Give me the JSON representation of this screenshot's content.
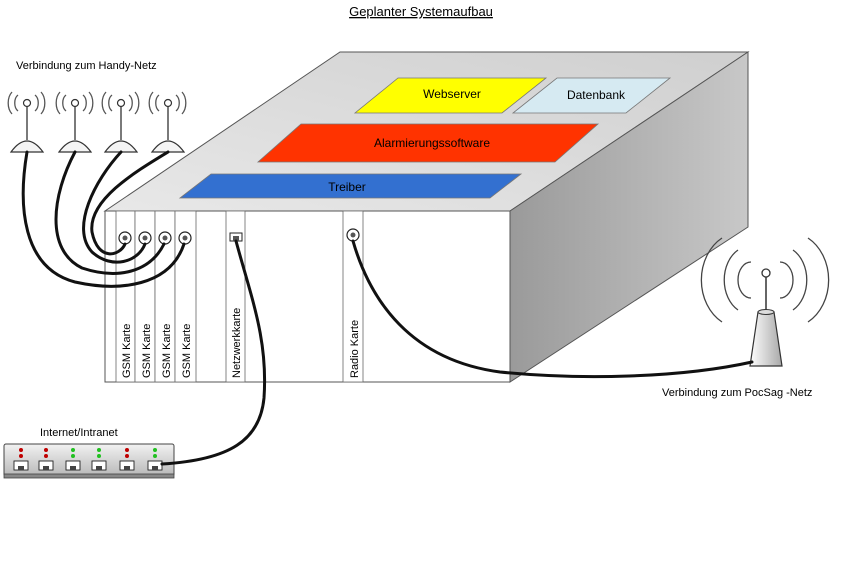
{
  "title": "Geplanter Systemaufbau",
  "labels": {
    "handy_netz": "Verbindung zum Handy-Netz",
    "pocsag_netz": "Verbindung zum PocSag -Netz",
    "internet": "Internet/Intranet"
  },
  "software_layers": {
    "webserver": "Webserver",
    "datenbank": "Datenbank",
    "alarmierung": "Alarmierungssoftware",
    "treiber": "Treiber"
  },
  "cards": {
    "gsm": [
      "GSM Karte",
      "GSM Karte",
      "GSM Karte",
      "GSM Karte"
    ],
    "netzwerk": "Netzwerkkarte",
    "radio": "Radio Karte"
  },
  "colors": {
    "webserver": "#ffff00",
    "datenbank": "#d6eaf2",
    "alarmierung": "#ff3300",
    "treiber": "#3370d0",
    "side": "#b0b0b0",
    "top": "#dedede",
    "cable": "#111111",
    "led_red": "#c00000",
    "led_green": "#20c020"
  }
}
